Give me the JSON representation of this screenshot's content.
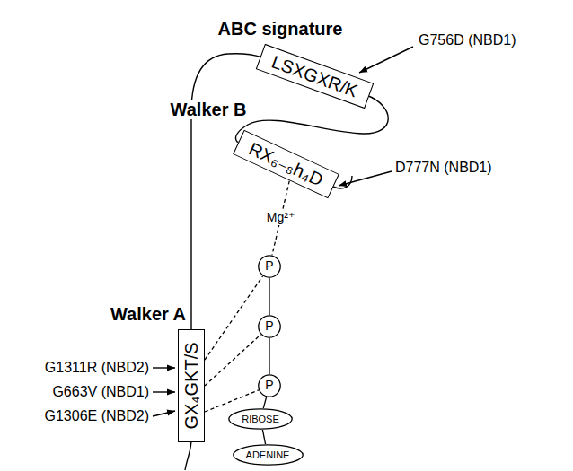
{
  "diagram": {
    "nodes": [
      {
        "text": [
          "ABC signature",
          "LSXGXR/K"
        ]
      },
      {
        "text": [
          "Walker B",
          "RX₆₋₈h₄D"
        ]
      },
      {
        "text": [
          "Walker A",
          "GX₄GKT/S"
        ]
      },
      {
        "text": [
          "P"
        ]
      },
      {
        "text": [
          "P"
        ]
      },
      {
        "text": [
          "P"
        ]
      },
      {
        "text": [
          "RIBOSE"
        ]
      },
      {
        "text": [
          "ADENINE"
        ]
      }
    ],
    "edges": [
      {
        "from": 2,
        "to": 3,
        "arrow": "none"
      },
      {
        "from": 2,
        "to": 4,
        "arrow": "none"
      },
      {
        "from": 2,
        "to": 5,
        "arrow": "none"
      },
      {
        "from": 1,
        "to": 3,
        "label": "Mg²⁺",
        "arrow": "none"
      },
      {
        "from": 3,
        "to": 4,
        "arrow": "none"
      },
      {
        "from": 4,
        "to": 5,
        "arrow": "none"
      },
      {
        "from": 5,
        "to": 6,
        "arrow": "none"
      },
      {
        "from": 6,
        "to": 7,
        "arrow": "none"
      }
    ],
    "labels": [
      "G756D (NBD1)",
      "D777N (NBD1)",
      "G1311R (NBD2)",
      "G663V (NBD1)",
      "G1306E (NBD2)"
    ]
  }
}
